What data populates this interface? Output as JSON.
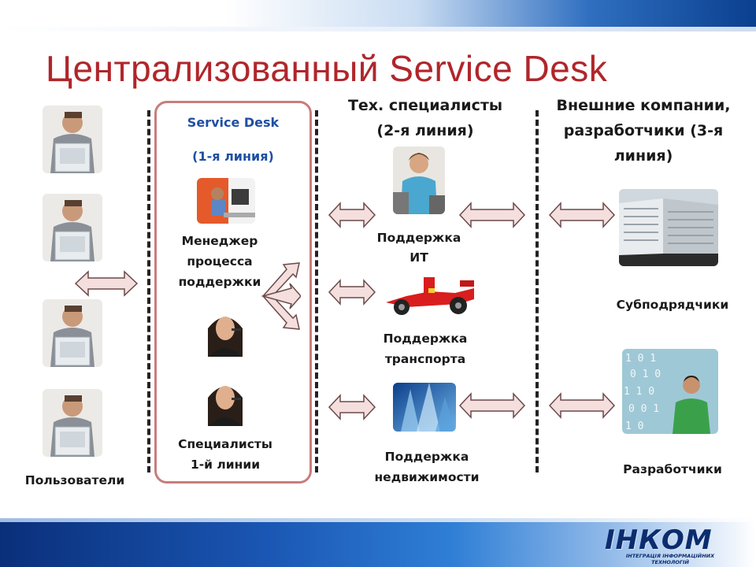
{
  "title": "Централизованный Service Desk",
  "service_desk": {
    "title": "Service Desk",
    "subtitle": "(1-я линия)",
    "manager_label": [
      "Менеджер",
      "процесса",
      "поддержки"
    ],
    "specialists_label": [
      "Специалисты",
      "1-й линии"
    ]
  },
  "users_label": "Пользователи",
  "second_line": {
    "heading": [
      "Тех. специалисты",
      "(2-я линия)"
    ],
    "it_label": [
      "Поддержка",
      "ИТ"
    ],
    "transport_label": [
      "Поддержка",
      "транспорта"
    ],
    "property_label": [
      "Поддержка",
      "недвижимости"
    ]
  },
  "third_line": {
    "heading": [
      "Внешние компании,",
      "разработчики (3-я",
      "линия)"
    ],
    "subcontractors_label": "Субподрядчики",
    "developers_label": "Разработчики"
  },
  "logo": {
    "name": "ІНКОМ",
    "tagline": [
      "ІНТЕГРАЦІЯ ІНФОРМАЦІЙНИХ",
      "ТЕХНОЛОГІЙ"
    ]
  },
  "colors": {
    "title": "#b0262b",
    "accent_blue": "#1f4fa3",
    "box_border": "#c87c7c",
    "arrow_fill": "#f4dede",
    "arrow_stroke": "#6b4a4a"
  }
}
